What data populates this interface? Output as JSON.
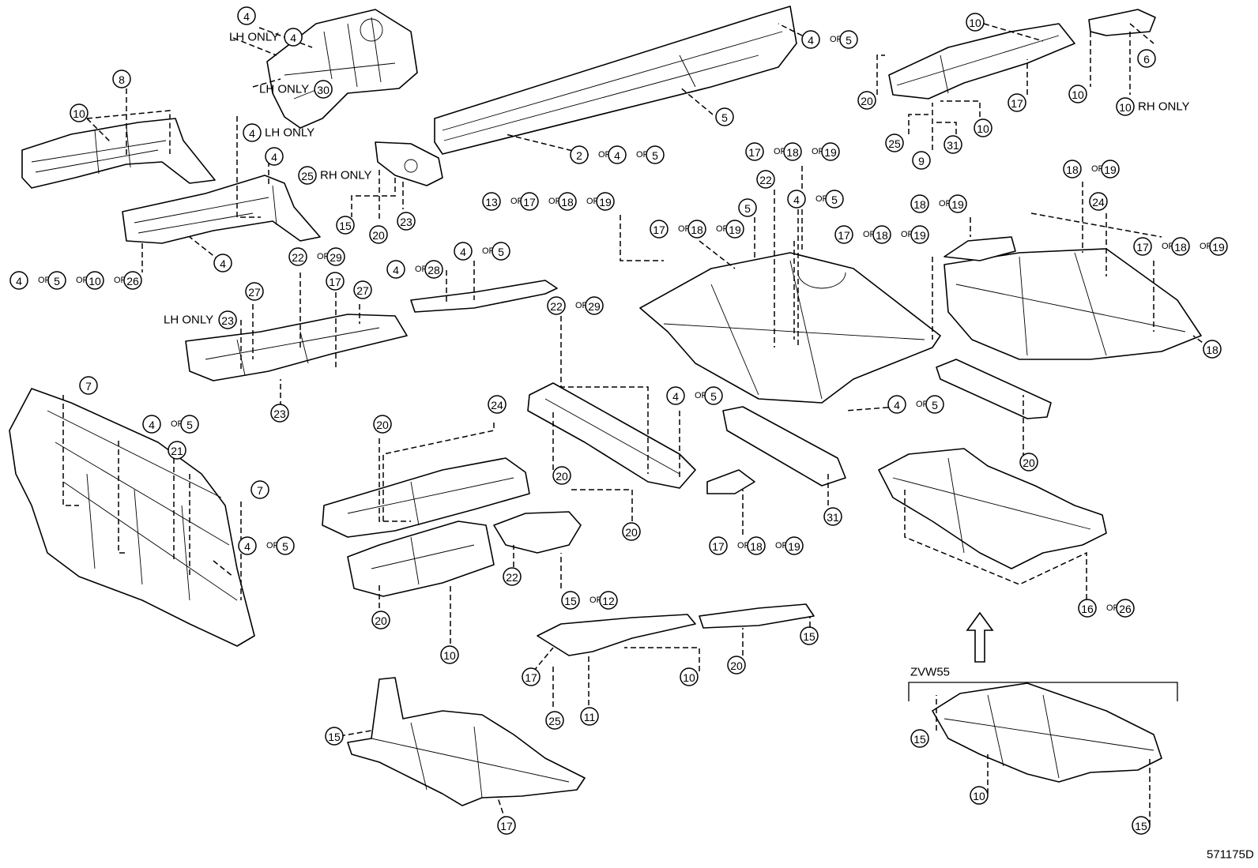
{
  "diagram_id": "571175D",
  "variant_label": "ZVW55",
  "or_word": "OR",
  "callouts": [
    {
      "parts": [
        "4"
      ]
    },
    {
      "parts": [
        "4"
      ],
      "prefix": "LH ONLY"
    },
    {
      "parts": [
        "30"
      ],
      "prefix": "LH ONLY"
    },
    {
      "parts": [
        "8"
      ]
    },
    {
      "parts": [
        "10"
      ]
    },
    {
      "parts": [
        "4"
      ],
      "suffix": "LH ONLY"
    },
    {
      "parts": [
        "4"
      ]
    },
    {
      "parts": [
        "25"
      ],
      "suffix": "RH ONLY"
    },
    {
      "parts": [
        "15"
      ]
    },
    {
      "parts": [
        "20"
      ]
    },
    {
      "parts": [
        "23"
      ]
    },
    {
      "parts": [
        "4"
      ]
    },
    {
      "parts": [
        "4",
        "5",
        "10",
        "26"
      ]
    },
    {
      "parts": [
        "4",
        "5"
      ]
    },
    {
      "parts": [
        "5"
      ]
    },
    {
      "parts": [
        "2",
        "4",
        "5"
      ]
    },
    {
      "parts": [
        "10"
      ]
    },
    {
      "parts": [
        "6"
      ]
    },
    {
      "parts": [
        "20"
      ]
    },
    {
      "parts": [
        "17"
      ]
    },
    {
      "parts": [
        "10"
      ]
    },
    {
      "parts": [
        "10"
      ],
      "suffix": "RH ONLY"
    },
    {
      "parts": [
        "10"
      ]
    },
    {
      "parts": [
        "25"
      ]
    },
    {
      "parts": [
        "31"
      ]
    },
    {
      "parts": [
        "9"
      ]
    },
    {
      "parts": [
        "17",
        "18",
        "19"
      ]
    },
    {
      "parts": [
        "22"
      ]
    },
    {
      "parts": [
        "4",
        "5"
      ]
    },
    {
      "parts": [
        "5"
      ]
    },
    {
      "parts": [
        "13",
        "17",
        "18",
        "19"
      ]
    },
    {
      "parts": [
        "17",
        "18",
        "19"
      ]
    },
    {
      "parts": [
        "17",
        "18",
        "19"
      ]
    },
    {
      "parts": [
        "18",
        "19"
      ]
    },
    {
      "parts": [
        "18",
        "19"
      ]
    },
    {
      "parts": [
        "24"
      ]
    },
    {
      "parts": [
        "17",
        "18",
        "19"
      ]
    },
    {
      "parts": [
        "22",
        "29"
      ]
    },
    {
      "parts": [
        "17"
      ]
    },
    {
      "parts": [
        "27"
      ]
    },
    {
      "parts": [
        "27"
      ]
    },
    {
      "parts": [
        "23"
      ],
      "prefix": "LH ONLY"
    },
    {
      "parts": [
        "23"
      ]
    },
    {
      "parts": [
        "4",
        "28"
      ]
    },
    {
      "parts": [
        "4",
        "5"
      ]
    },
    {
      "parts": [
        "22",
        "29"
      ]
    },
    {
      "parts": [
        "18"
      ]
    },
    {
      "parts": [
        "7"
      ]
    },
    {
      "parts": [
        "4",
        "5"
      ]
    },
    {
      "parts": [
        "21"
      ]
    },
    {
      "parts": [
        "7"
      ]
    },
    {
      "parts": [
        "4",
        "5"
      ]
    },
    {
      "parts": [
        "20"
      ]
    },
    {
      "parts": [
        "24"
      ]
    },
    {
      "parts": [
        "4",
        "5"
      ]
    },
    {
      "parts": [
        "4",
        "5"
      ]
    },
    {
      "parts": [
        "20"
      ]
    },
    {
      "parts": [
        "20"
      ]
    },
    {
      "parts": [
        "31"
      ]
    },
    {
      "parts": [
        "20"
      ]
    },
    {
      "parts": [
        "22"
      ]
    },
    {
      "parts": [
        "15",
        "12"
      ]
    },
    {
      "parts": [
        "20"
      ]
    },
    {
      "parts": [
        "10"
      ]
    },
    {
      "parts": [
        "17",
        "18",
        "19"
      ]
    },
    {
      "parts": [
        "16",
        "26"
      ]
    },
    {
      "parts": [
        "17"
      ]
    },
    {
      "parts": [
        "10"
      ]
    },
    {
      "parts": [
        "20"
      ]
    },
    {
      "parts": [
        "15"
      ]
    },
    {
      "parts": [
        "25"
      ]
    },
    {
      "parts": [
        "11"
      ]
    },
    {
      "parts": [
        "15"
      ]
    },
    {
      "parts": [
        "17"
      ]
    },
    {
      "parts": [
        "15"
      ]
    },
    {
      "parts": [
        "10"
      ]
    },
    {
      "parts": [
        "15"
      ]
    }
  ]
}
